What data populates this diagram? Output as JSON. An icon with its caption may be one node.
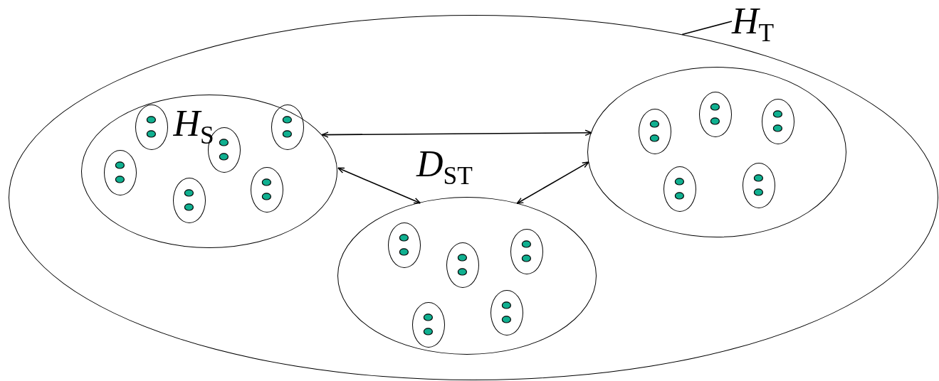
{
  "diagram": {
    "nodes": [
      {
        "text": [],
        "shape": "ellipse"
      },
      {
        "text": [
          "*H*$_{T}$"
        ]
      },
      {
        "text": [
          "*H*$_{S}$"
        ],
        "in": 0
      },
      {
        "text": [],
        "shape": "ellipse",
        "in": 0
      },
      {
        "text": [],
        "shape": "ellipse",
        "in": 0
      },
      {
        "text": [],
        "shape": "ellipse",
        "in": 2
      },
      {
        "text": [],
        "shape": "ellipse",
        "in": 2
      },
      {
        "text": [],
        "shape": "ellipse",
        "in": 2
      },
      {
        "text": [],
        "shape": "ellipse",
        "in": 2
      },
      {
        "text": [],
        "shape": "ellipse",
        "in": 2
      },
      {
        "text": [],
        "shape": "ellipse",
        "in": 2
      },
      {
        "text": [],
        "shape": "ellipse",
        "in": 3
      },
      {
        "text": [],
        "shape": "ellipse",
        "in": 3
      },
      {
        "text": [],
        "shape": "ellipse",
        "in": 3
      },
      {
        "text": [],
        "shape": "ellipse",
        "in": 3
      },
      {
        "text": [],
        "shape": "ellipse",
        "in": 3
      },
      {
        "text": [],
        "shape": "ellipse",
        "in": 4
      },
      {
        "text": [],
        "shape": "ellipse",
        "in": 4
      },
      {
        "text": [],
        "shape": "ellipse",
        "in": 4
      },
      {
        "text": [],
        "shape": "ellipse",
        "in": 4
      },
      {
        "text": [],
        "shape": "ellipse",
        "in": 4
      }
    ],
    "edges": [
      {
        "from": 1,
        "to": 0,
        "arrow": "none"
      },
      {
        "from": 2,
        "to": 3,
        "arrow": "both"
      },
      {
        "from": 2,
        "to": 4,
        "arrow": "both"
      },
      {
        "from": 4,
        "to": 3,
        "arrow": "both"
      }
    ],
    "labels": [
      "*D*$_{ST}$"
    ]
  }
}
